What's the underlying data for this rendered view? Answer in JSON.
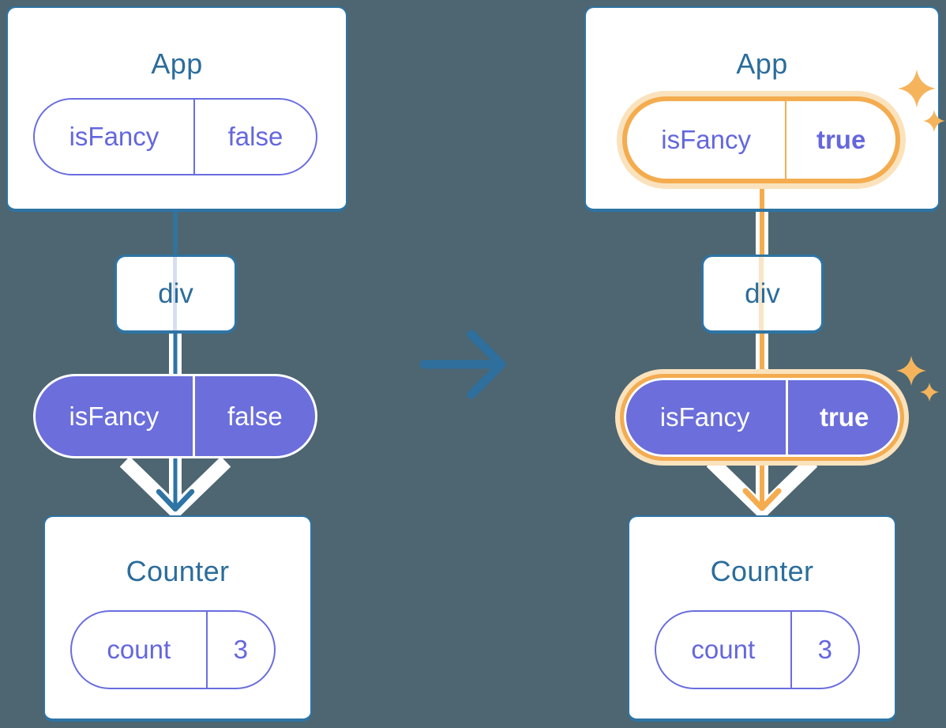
{
  "colors": {
    "background": "#4D6671",
    "card_border_blue": "#2E74A4",
    "title_text_blue": "#2B6D9C",
    "purple_text": "#6467DD",
    "purple_fill": "#6B6EDB",
    "highlight_orange": "#F4AC4F",
    "highlight_glow": "#FAE2BD",
    "sparkle_orange": "#F5B45C",
    "lavender_core": "#D6DEF0",
    "cream_core": "#FAE5C8",
    "transition_arrow_blue": "#2E6F9E",
    "white": "#FFFFFF"
  },
  "panels": {
    "before": {
      "highlighted": false,
      "app": {
        "title": "App",
        "prop": {
          "name": "isFancy",
          "value": "false"
        }
      },
      "div": {
        "label": "div"
      },
      "passed_prop": {
        "name": "isFancy",
        "value": "false"
      },
      "counter": {
        "title": "Counter",
        "state": {
          "name": "count",
          "value": "3"
        }
      }
    },
    "after": {
      "highlighted": true,
      "app": {
        "title": "App",
        "prop": {
          "name": "isFancy",
          "value": "true"
        }
      },
      "div": {
        "label": "div"
      },
      "passed_prop": {
        "name": "isFancy",
        "value": "true"
      },
      "counter": {
        "title": "Counter",
        "state": {
          "name": "count",
          "value": "3"
        }
      }
    }
  },
  "icons": {
    "transition": "arrow-right-icon",
    "flow": "arrow-down-icon",
    "sparkle": "sparkle-icon"
  }
}
